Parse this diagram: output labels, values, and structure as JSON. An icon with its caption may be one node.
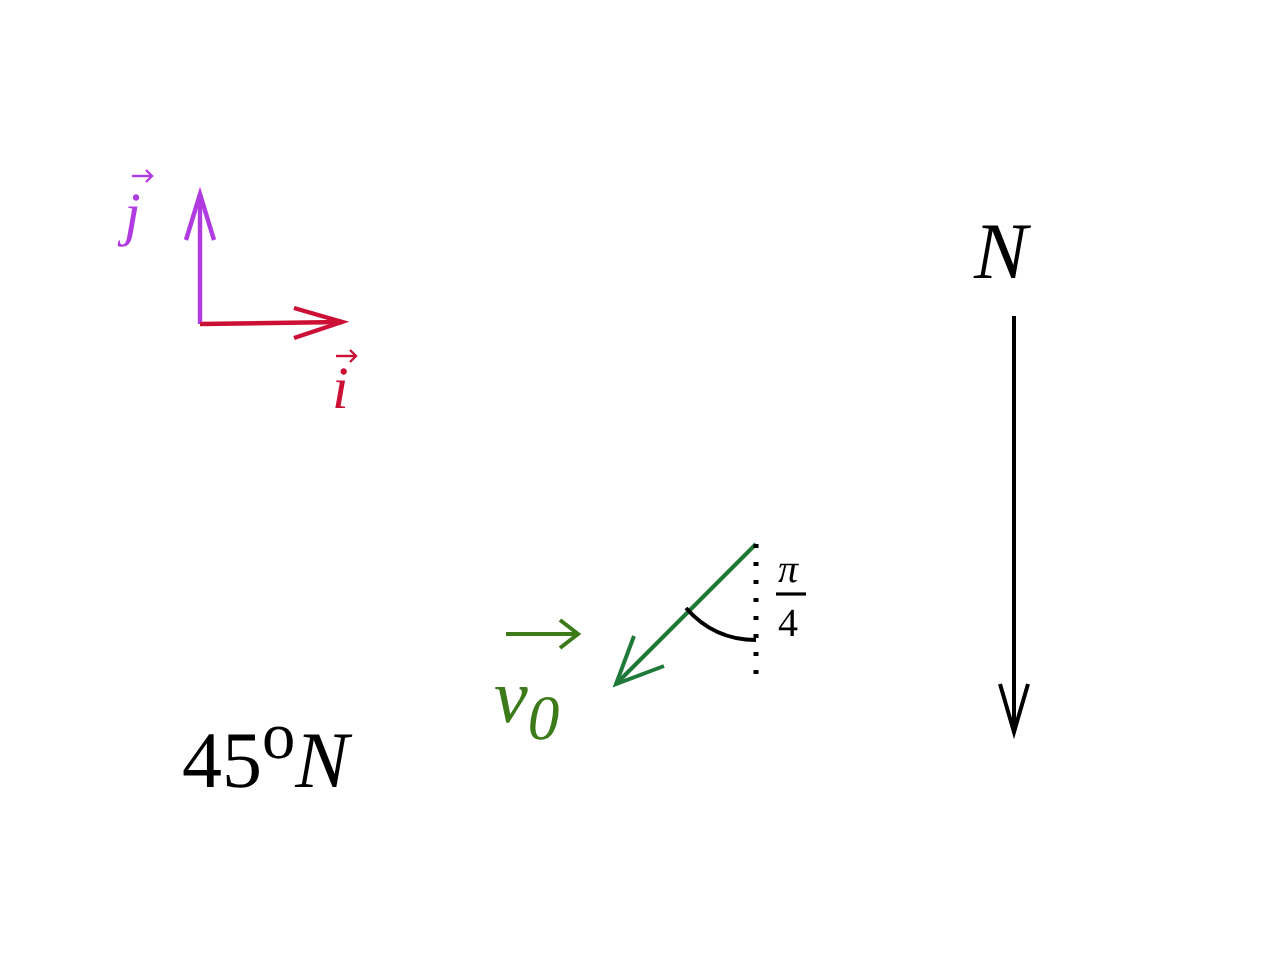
{
  "diagram": {
    "labels": [
      "j",
      "i",
      "N",
      "π",
      "4",
      "v$_{0}$",
      "45$^{o}$*N*"
    ]
  }
}
